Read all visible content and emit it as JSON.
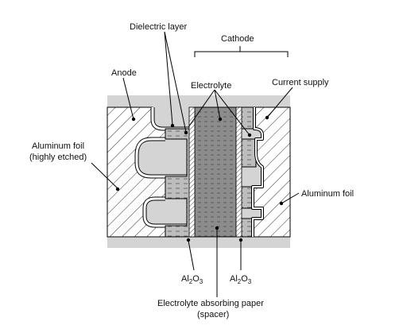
{
  "labels": {
    "dielectric_layer": "Dielectric layer",
    "cathode": "Cathode",
    "anode": "Anode",
    "electrolyte": "Electrolyte",
    "current_supply": "Current supply",
    "aluminum_foil_etched_line1": "Aluminum foil",
    "aluminum_foil_etched_line2": "(highly etched)",
    "aluminum_foil": "Aluminum foil",
    "al2o3_left": {
      "base": "Al",
      "sub1": "2",
      "mid": "O",
      "sub2": "3"
    },
    "al2o3_right": {
      "base": "Al",
      "sub1": "2",
      "mid": "O",
      "sub2": "3"
    },
    "spacer_line1": "Electrolyte absorbing paper",
    "spacer_line2": "(spacer)"
  },
  "colors": {
    "background_panel": "#d4d4d4",
    "foil_fill": "#ffffff",
    "spacer_fill": "#8c8c8c",
    "outline": "#000000"
  }
}
